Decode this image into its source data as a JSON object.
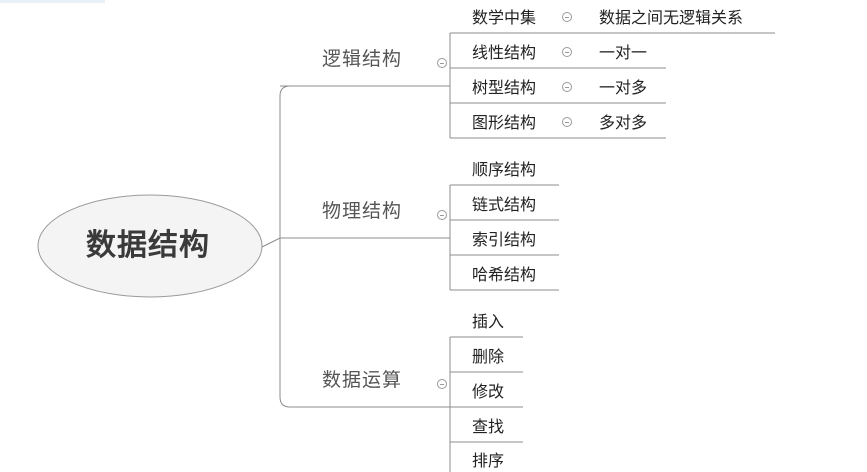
{
  "root": {
    "label": "数据结构"
  },
  "branches": [
    {
      "label": "逻辑结构",
      "children": [
        {
          "label": "数学中集",
          "note": "数据之间无逻辑关系"
        },
        {
          "label": "线性结构",
          "note": "一对一"
        },
        {
          "label": "树型结构",
          "note": "一对多"
        },
        {
          "label": "图形结构",
          "note": "多对多"
        }
      ]
    },
    {
      "label": "物理结构",
      "children": [
        {
          "label": "顺序结构"
        },
        {
          "label": "链式结构"
        },
        {
          "label": "索引结构"
        },
        {
          "label": "哈希结构"
        }
      ]
    },
    {
      "label": "数据运算",
      "children": [
        {
          "label": "插入"
        },
        {
          "label": "删除"
        },
        {
          "label": "修改"
        },
        {
          "label": "查找"
        },
        {
          "label": "排序"
        }
      ]
    }
  ],
  "colors": {
    "line": "#8c8c8c",
    "ellipse_fill": "#f4f4f4",
    "ellipse_stroke": "#9a9a9a"
  }
}
